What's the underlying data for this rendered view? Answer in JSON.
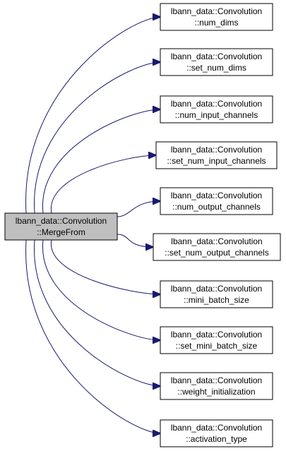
{
  "colors": {
    "edge": "#191970",
    "node_border": "#000000",
    "node_fill": "#ffffff",
    "source_fill": "#bfbfbf"
  },
  "source": {
    "line1": "lbann_data::Convolution",
    "line2": "::MergeFrom"
  },
  "targets": [
    {
      "line1": "lbann_data::Convolution",
      "line2": "::num_dims"
    },
    {
      "line1": "lbann_data::Convolution",
      "line2": "::set_num_dims"
    },
    {
      "line1": "lbann_data::Convolution",
      "line2": "::num_input_channels"
    },
    {
      "line1": "lbann_data::Convolution",
      "line2": "::set_num_input_channels"
    },
    {
      "line1": "lbann_data::Convolution",
      "line2": "::num_output_channels"
    },
    {
      "line1": "lbann_data::Convolution",
      "line2": "::set_num_output_channels"
    },
    {
      "line1": "lbann_data::Convolution",
      "line2": "::mini_batch_size"
    },
    {
      "line1": "lbann_data::Convolution",
      "line2": "::set_mini_batch_size"
    },
    {
      "line1": "lbann_data::Convolution",
      "line2": "::weight_initialization"
    },
    {
      "line1": "lbann_data::Convolution",
      "line2": "::activation_type"
    }
  ]
}
